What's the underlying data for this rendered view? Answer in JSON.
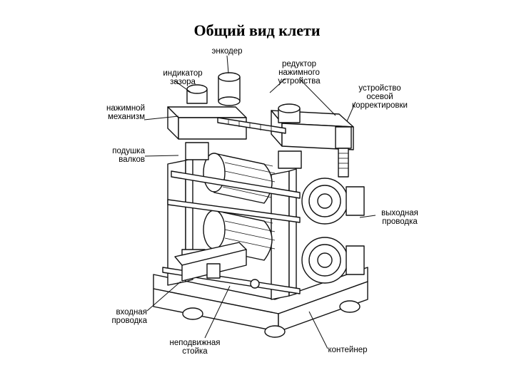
{
  "title": "Общий вид клети",
  "labels": {
    "encoder": "энкодер",
    "gap_indicator": "индикатор\nзазора",
    "screwdown_gearbox": "редуктор\nнажимного\nустройства",
    "axial_correction": "устройство\nосевой\nкорректировки",
    "screwdown_mechanism": "нажимной\nмеханизм",
    "roll_chock": "подушка\nвалков",
    "exit_guide": "выходная\nпроводка",
    "entry_guide": "входная\nпроводка",
    "fixed_housing": "неподвижная\nстойка",
    "container": "контейнер"
  }
}
